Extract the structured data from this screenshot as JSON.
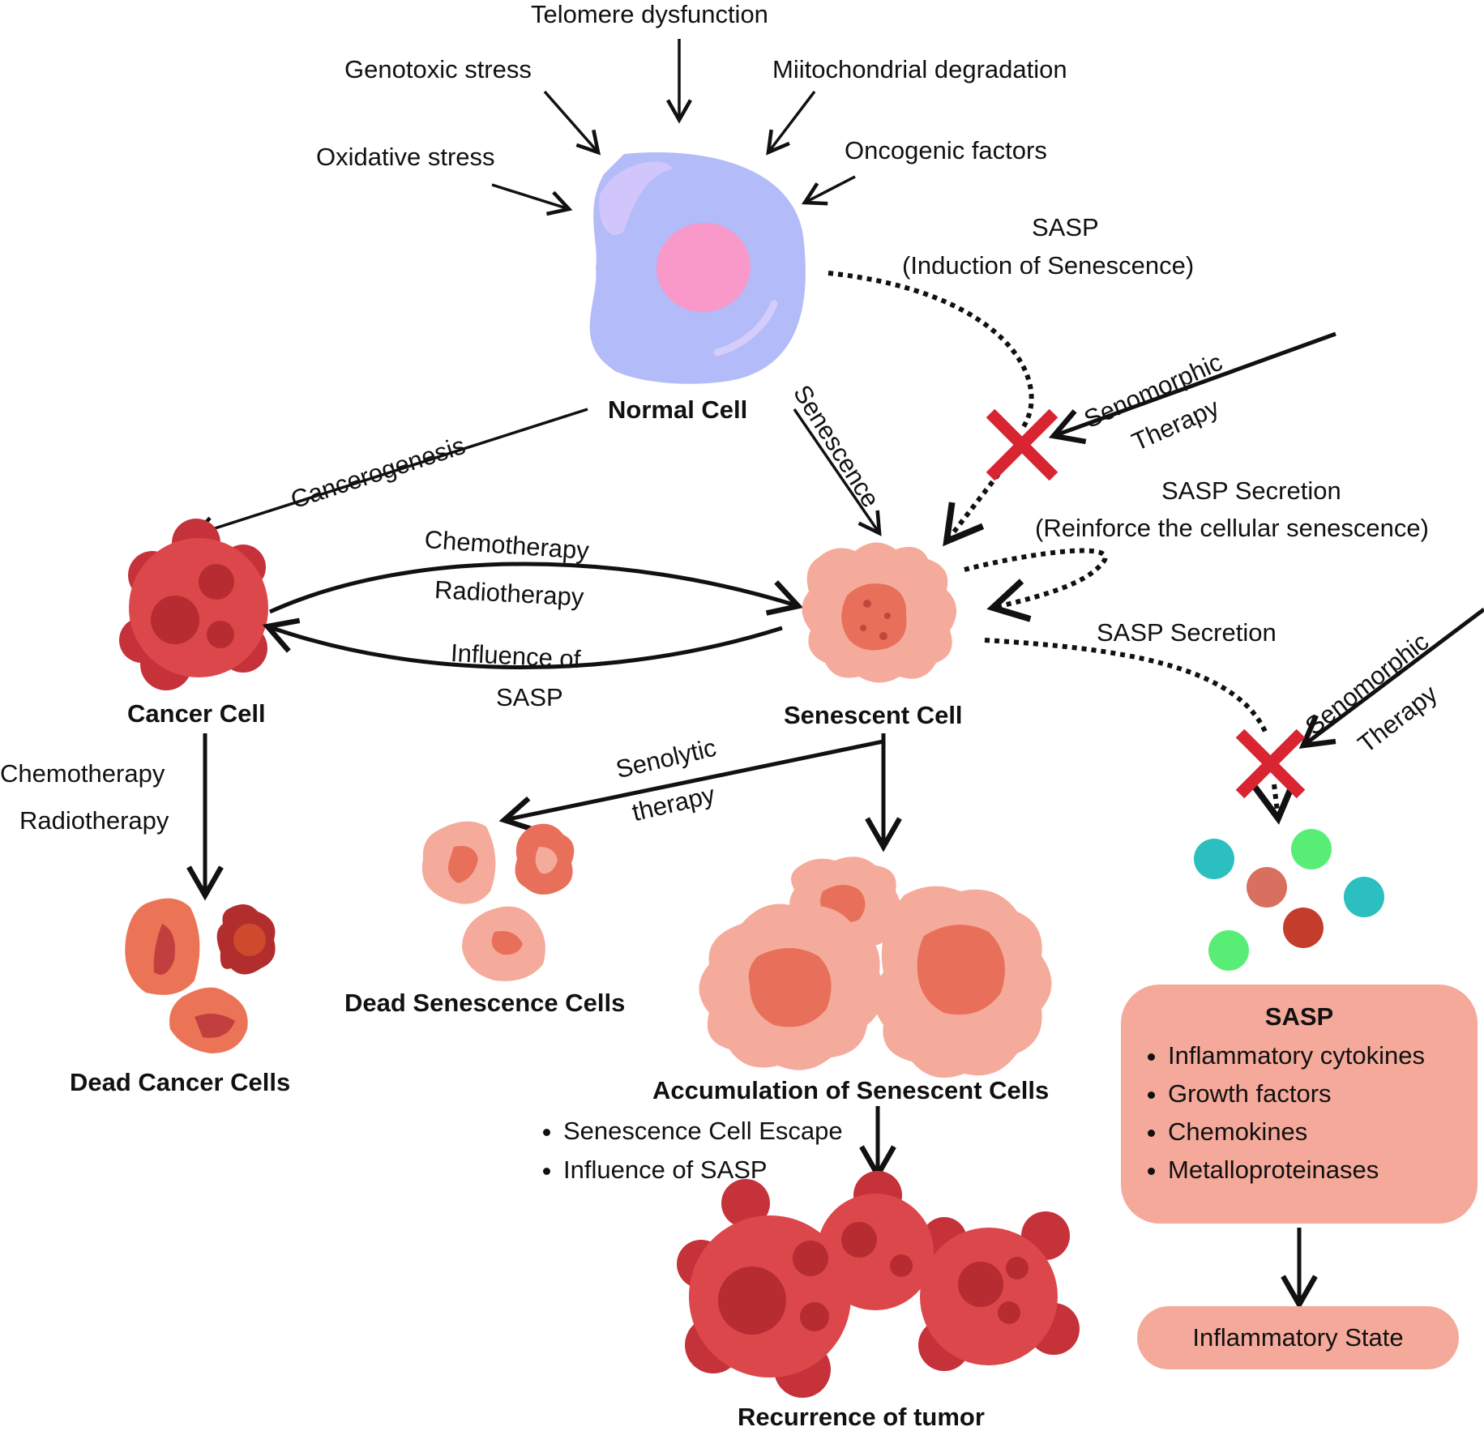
{
  "stressors": {
    "telomere": "Telomere dysfunction",
    "genotoxic": "Genotoxic stress",
    "mitochondrial": "Miitochondrial degradation",
    "oxidative": "Oxidative stress",
    "oncogenic": "Oncogenic factors"
  },
  "sasp_induction": {
    "line1": "SASP",
    "line2": "(Induction of Senescence)"
  },
  "cells": {
    "normal": "Normal Cell",
    "cancer": "Cancer Cell",
    "senescent": "Senescent Cell",
    "dead_cancer": "Dead Cancer Cells",
    "dead_senescence": "Dead Senescence Cells",
    "accumulation": "Accumulation of Senescent Cells",
    "recurrence": "Recurrence of tumor"
  },
  "paths": {
    "cancerogenesis": "Cancerogenesis",
    "senescence": "Senescence",
    "chemo_radio": {
      "line1": "Chemotherapy",
      "line2": "Radiotherapy"
    },
    "influence_sasp": {
      "line1": "Influence of",
      "line2": "SASP"
    },
    "cancer_chemo": {
      "line1": "Chemotherapy",
      "line2": "Radiotherapy"
    },
    "senolytic": {
      "line1": "Senolytic",
      "line2": "therapy"
    },
    "senomorphic_top": {
      "line1": "Senomorphic",
      "line2": "Therapy"
    },
    "senomorphic_bottom": {
      "line1": "Senomorphic",
      "line2": "Therapy"
    },
    "sasp_secretion_reinforce": {
      "line1": "SASP Secretion",
      "line2": "(Reinforce the cellular senescence)"
    },
    "sasp_secretion": "SASP Secretion"
  },
  "accumulation_bullets": [
    "Senescence Cell Escape",
    "Influence of SASP"
  ],
  "sasp_box": {
    "title": "SASP",
    "items": [
      "Inflammatory cytokines",
      "Growth factors",
      "Chemokines",
      "Metalloproteinases"
    ]
  },
  "inflammatory_state": "Inflammatory State",
  "colors": {
    "normal_cell": "#b3bbf8",
    "nucleus": "#f899c9",
    "cancer_cell": "#dc474b",
    "senescent_cell": "#f5ab9b",
    "senescent_nucleus": "#e8705a",
    "block_x": "#d92432",
    "box_fill": "#f4a99a",
    "molecule_teal": "#2bbfbf",
    "molecule_green": "#58ee75"
  }
}
